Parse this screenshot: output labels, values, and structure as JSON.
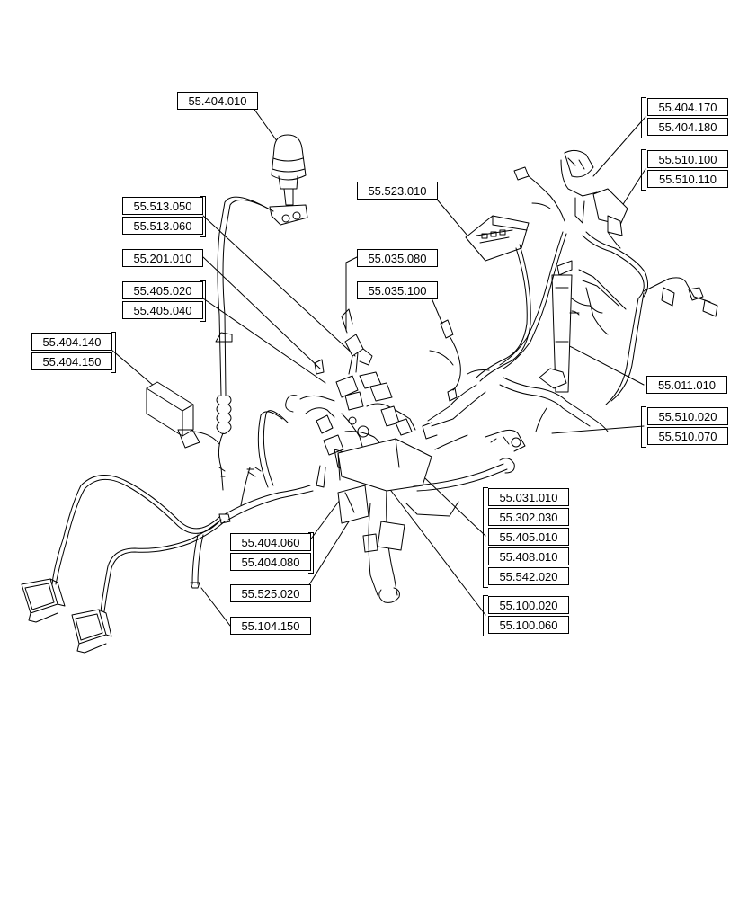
{
  "callouts": {
    "beacon": "55.404.010",
    "mirror_a": "55.404.170",
    "mirror_b": "55.404.180",
    "wiper_a": "55.510.100",
    "wiper_b": "55.510.110",
    "display": "55.523.010",
    "strip_a": "55.513.050",
    "strip_b": "55.513.060",
    "battery": "55.201.010",
    "harness_a": "55.035.080",
    "fuse": "55.405.020",
    "fuse_b": "55.405.040",
    "harness_b": "55.035.100",
    "module_a": "55.404.140",
    "module_b": "55.404.150",
    "main_harness": "55.011.010",
    "washer_a": "55.510.020",
    "washer_b": "55.510.070",
    "cab_1": "55.031.010",
    "cab_2": "55.302.030",
    "cab_3": "55.405.010",
    "cab_4": "55.408.010",
    "cab_5": "55.542.020",
    "work_a": "55.404.060",
    "work_b": "55.404.080",
    "ground": "55.525.020",
    "floor_a": "55.100.020",
    "floor_b": "55.100.060",
    "cable": "55.104.150"
  }
}
